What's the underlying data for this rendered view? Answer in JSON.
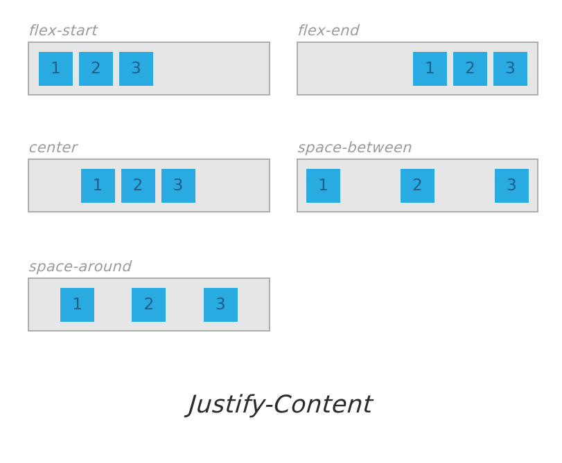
{
  "figure": {
    "title": "Justify-Content",
    "background_color": "#ffffff"
  },
  "style": {
    "item_color": "#29abe2",
    "item_text_color": "#1f5c87",
    "container_fill": "#e6e6e6",
    "container_border": "#adadad",
    "label_color": "#9a9a9a",
    "title_color": "#2b2b2b"
  },
  "panels": [
    {
      "label": "flex-start",
      "justify_content": "flex-start",
      "items": [
        {
          "text": "1"
        },
        {
          "text": "2"
        },
        {
          "text": "3"
        }
      ]
    },
    {
      "label": "flex-end",
      "justify_content": "flex-end",
      "items": [
        {
          "text": "1"
        },
        {
          "text": "2"
        },
        {
          "text": "3"
        }
      ]
    },
    {
      "label": "center",
      "justify_content": "center",
      "items": [
        {
          "text": "1"
        },
        {
          "text": "2"
        },
        {
          "text": "3"
        }
      ]
    },
    {
      "label": "space-between",
      "justify_content": "space-between",
      "items": [
        {
          "text": "1"
        },
        {
          "text": "2"
        },
        {
          "text": "3"
        }
      ]
    },
    {
      "label": "space-around",
      "justify_content": "space-around",
      "items": [
        {
          "text": "1"
        },
        {
          "text": "2"
        },
        {
          "text": "3"
        }
      ]
    }
  ]
}
